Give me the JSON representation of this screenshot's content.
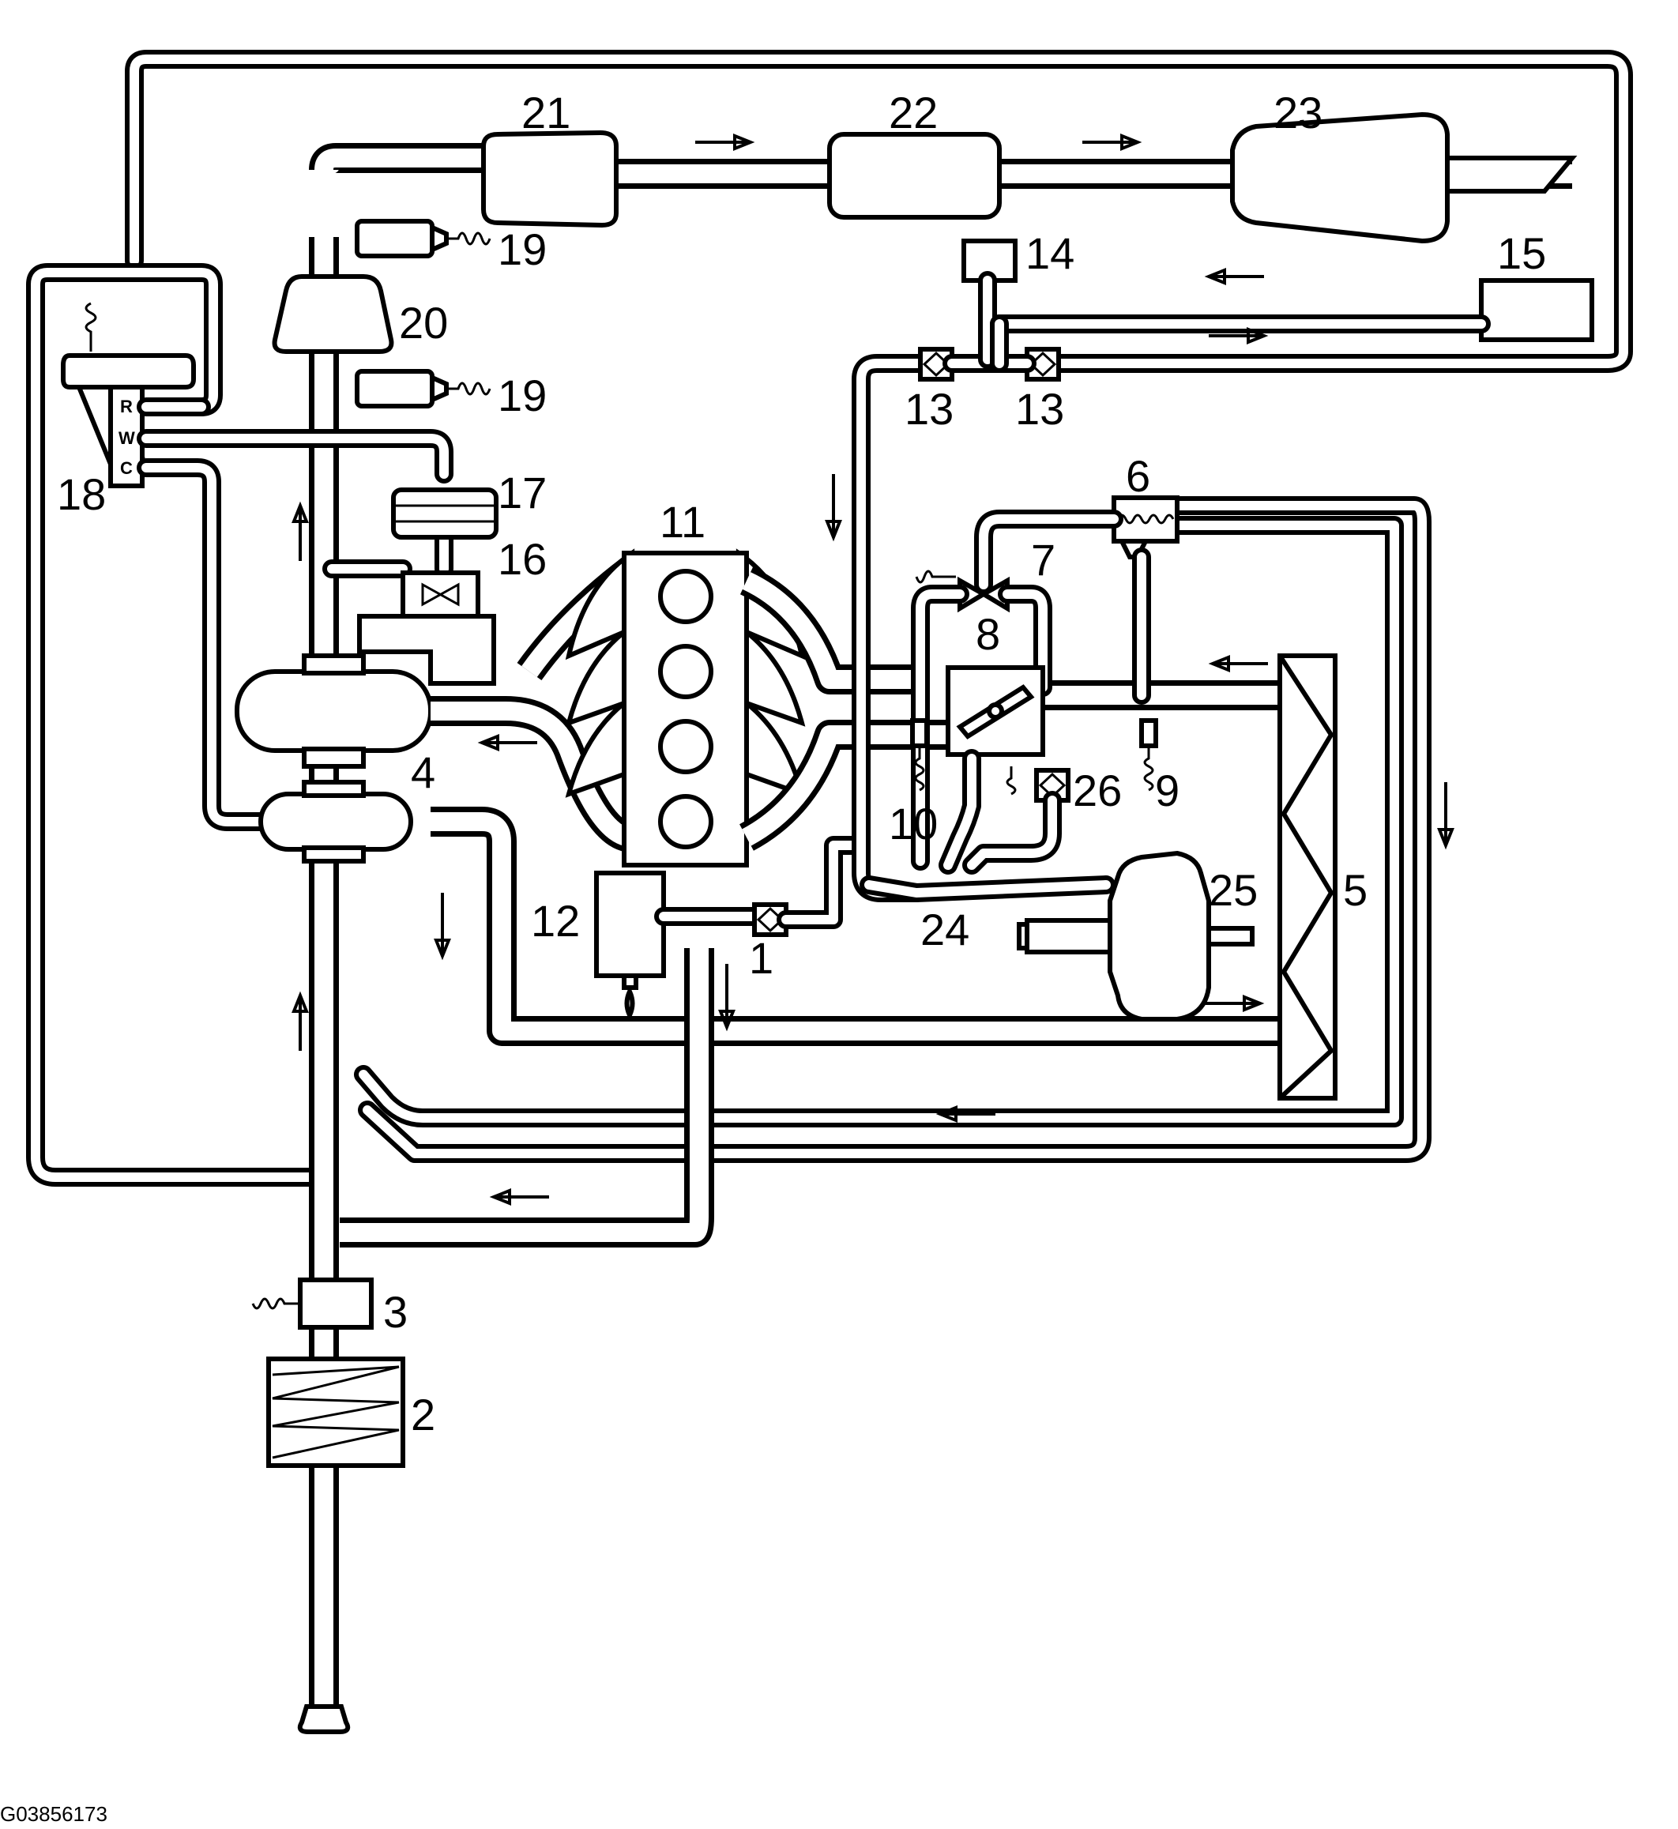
{
  "diagram": {
    "labels": {
      "l1": "1",
      "l2": "2",
      "l3": "3",
      "l4": "4",
      "l5": "5",
      "l6": "6",
      "l7": "7",
      "l8": "8",
      "l9": "9",
      "l10": "10",
      "l11": "11",
      "l12": "12",
      "l13a": "13",
      "l13b": "13",
      "l14": "14",
      "l15": "15",
      "l16": "16",
      "l17": "17",
      "l18": "18",
      "l19a": "19",
      "l19b": "19",
      "l20": "20",
      "l21": "21",
      "l22": "22",
      "l23": "23",
      "l24": "24",
      "l25": "25",
      "l26": "26"
    },
    "port_letters": {
      "r": "R",
      "w": "W",
      "c": "C"
    },
    "figure_code": "G03856173"
  }
}
